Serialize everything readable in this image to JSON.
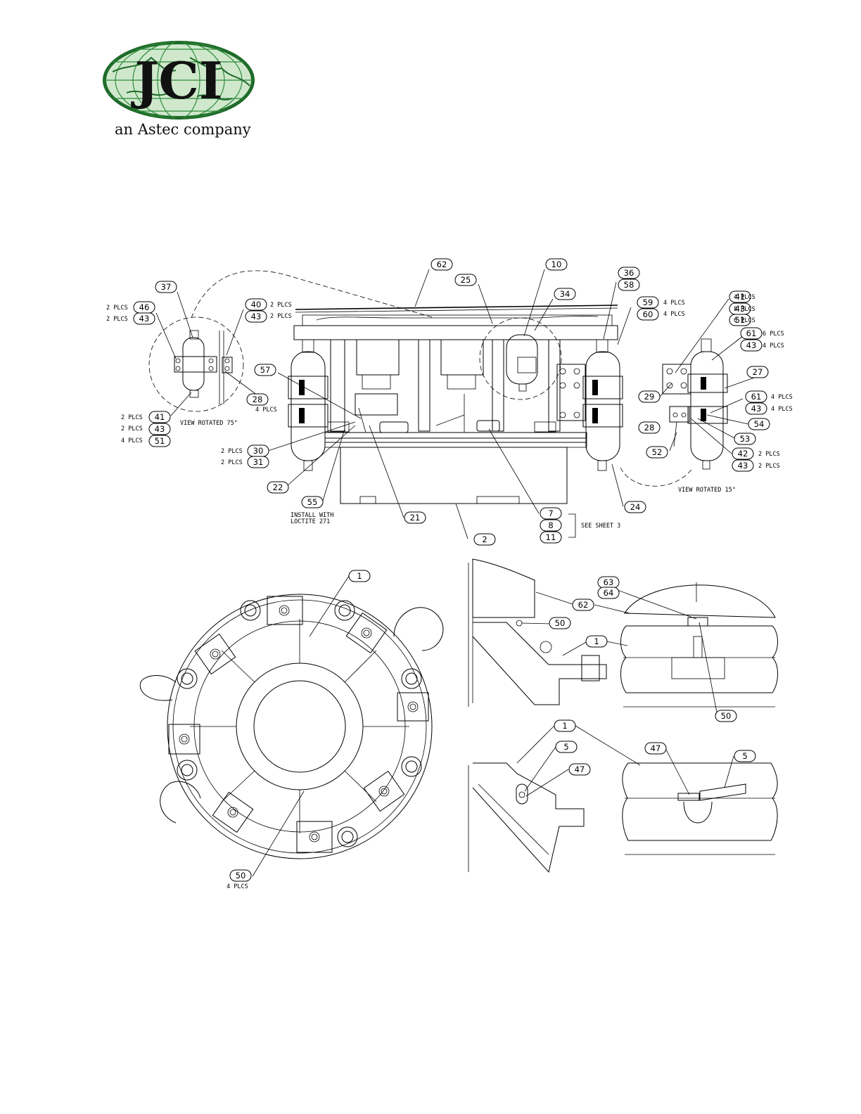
{
  "logo": {
    "mark_text": "JCI",
    "subtitle": "an Astec company",
    "colors": {
      "globe": "#2e8b3a",
      "globe_light": "#cfe8cc",
      "letters": "#111111"
    }
  },
  "views": {
    "top": {
      "callouts": [
        {
          "num": "62"
        },
        {
          "num": "10"
        },
        {
          "num": "25"
        },
        {
          "num": "34"
        },
        {
          "num": "36"
        },
        {
          "num": "58"
        },
        {
          "num": "37"
        },
        {
          "num": "46"
        },
        {
          "num": "43"
        },
        {
          "num": "40"
        },
        {
          "num": "43"
        },
        {
          "num": "59"
        },
        {
          "num": "60"
        },
        {
          "num": "41"
        },
        {
          "num": "43"
        },
        {
          "num": "51"
        },
        {
          "num": "61"
        },
        {
          "num": "43"
        },
        {
          "num": "27"
        },
        {
          "num": "57"
        },
        {
          "num": "28"
        },
        {
          "num": "41"
        },
        {
          "num": "43"
        },
        {
          "num": "51"
        },
        {
          "num": "61"
        },
        {
          "num": "43"
        },
        {
          "num": "29"
        },
        {
          "num": "28"
        },
        {
          "num": "54"
        },
        {
          "num": "53"
        },
        {
          "num": "52"
        },
        {
          "num": "42"
        },
        {
          "num": "43"
        },
        {
          "num": "30"
        },
        {
          "num": "31"
        },
        {
          "num": "22"
        },
        {
          "num": "55"
        },
        {
          "num": "21"
        },
        {
          "num": "7"
        },
        {
          "num": "8"
        },
        {
          "num": "11"
        },
        {
          "num": "2"
        },
        {
          "num": "24"
        }
      ],
      "notes": [
        {
          "text": "2 PLCS"
        },
        {
          "text": "2 PLCS"
        },
        {
          "text": "2 PLCS"
        },
        {
          "text": "2 PLCS"
        },
        {
          "text": "4 PLCS"
        },
        {
          "text": "4 PLCS"
        },
        {
          "text": "4 PLCS"
        },
        {
          "text": "4 PLCS"
        },
        {
          "text": "8 PLCS"
        },
        {
          "text": "6 PLCS"
        },
        {
          "text": "6 PLCS"
        },
        {
          "text": "4 PLCS"
        },
        {
          "text": "4 PLCS"
        },
        {
          "text": "4 PLCS"
        },
        {
          "text": "2 PLCS"
        },
        {
          "text": "2 PLCS"
        },
        {
          "text": "2 PLCS"
        },
        {
          "text": "2 PLCS"
        },
        {
          "text": "2 PLCS"
        },
        {
          "text": "2 PLCS"
        },
        {
          "text": "4 PLCS"
        },
        {
          "text": "VIEW ROTATED 75°"
        },
        {
          "text": "VIEW ROTATED 15°"
        },
        {
          "text": "INSTALL WITH"
        },
        {
          "text": "LOCTITE 271"
        },
        {
          "text": "SEE SHEET 3"
        }
      ]
    },
    "plan": {
      "callouts": [
        {
          "num": "1"
        },
        {
          "num": "50"
        }
      ],
      "notes": [
        {
          "text": "4 PLCS"
        }
      ]
    },
    "details": {
      "callouts": [
        {
          "num": "63"
        },
        {
          "num": "64"
        },
        {
          "num": "62"
        },
        {
          "num": "50"
        },
        {
          "num": "1"
        },
        {
          "num": "50"
        },
        {
          "num": "1"
        },
        {
          "num": "5"
        },
        {
          "num": "47"
        },
        {
          "num": "47"
        },
        {
          "num": "5"
        }
      ]
    }
  }
}
